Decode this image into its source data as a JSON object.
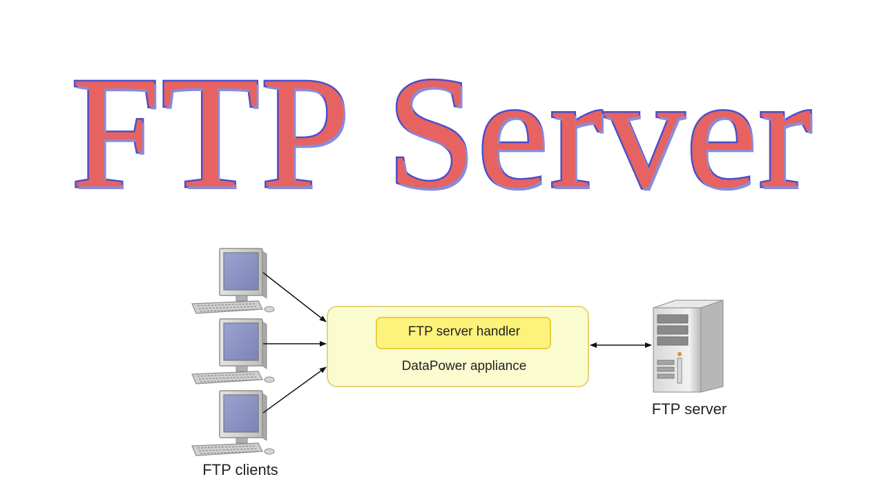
{
  "title": "FTP Server",
  "diagram": {
    "handler_label": "FTP server handler",
    "appliance_label": "DataPower appliance",
    "server_label": "FTP server",
    "clients_label": "FTP clients"
  },
  "colors": {
    "title_fill": "#e66361",
    "title_outline": "#4a4fcc",
    "appliance_fill": "#fbfbd0",
    "appliance_border": "#e8d27a",
    "handler_fill": "#fdf27a",
    "handler_border": "#e6cf3c",
    "screen_blue": "#8c95c4"
  },
  "icons": {
    "client": "desktop-computer-icon",
    "server": "tower-server-icon",
    "arrow": "arrow-icon"
  }
}
